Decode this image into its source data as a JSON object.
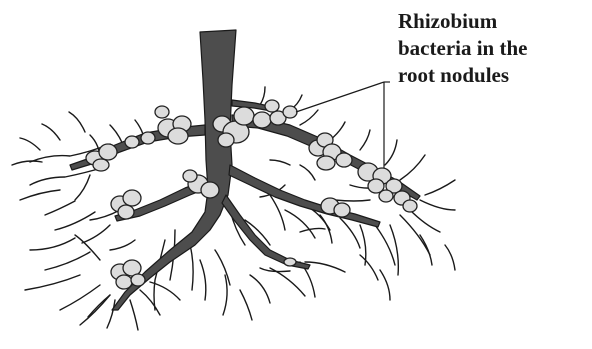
{
  "diagram": {
    "label_lines": [
      "Rhizobium",
      "bacteria in the",
      "root nodules"
    ],
    "colors": {
      "root": "#4d4d4d",
      "root_outline": "#1a1a1a",
      "nodule_fill": "#dcdcdc",
      "nodule_stroke": "#222222",
      "text": "#1a1a1a"
    }
  }
}
